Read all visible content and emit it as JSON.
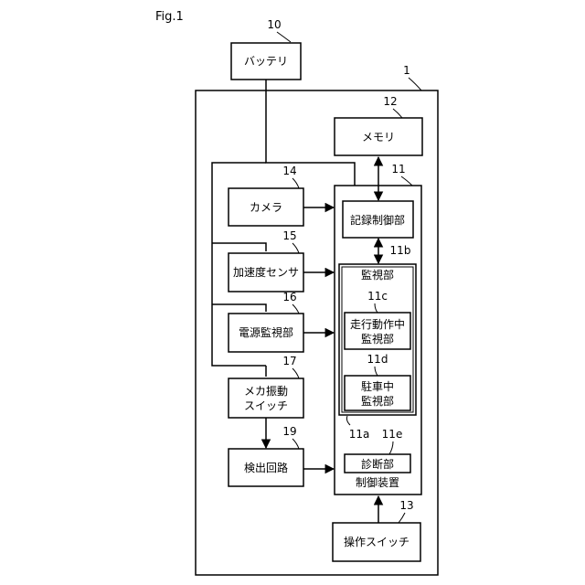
{
  "figure_label": "Fig.1",
  "reference_numbers": {
    "device": "1",
    "battery": "10",
    "control": "11",
    "memory": "12",
    "operation_switch": "13",
    "camera": "14",
    "accel_sensor": "15",
    "power_monitor": "16",
    "mech_switch": "17",
    "detect_circuit": "19",
    "monitor": "11a",
    "monitor_link": "11b",
    "driving_monitor": "11c",
    "parking_monitor": "11d",
    "diagnosis": "11e"
  },
  "blocks": {
    "battery": "バッテリ",
    "memory": "メモリ",
    "camera": "カメラ",
    "accel_sensor": "加速度センサ",
    "power_monitor": "電源監視部",
    "mech_switch_line1": "メカ振動",
    "mech_switch_line2": "スイッチ",
    "detect_circuit": "検出回路",
    "record_control": "記録制御部",
    "monitor": "監視部",
    "driving_monitor_line1": "走行動作中",
    "driving_monitor_line2": "監視部",
    "parking_monitor_line1": "駐車中",
    "parking_monitor_line2": "監視部",
    "diagnosis": "診断部",
    "control_device": "制御装置",
    "operation_switch": "操作スイッチ"
  }
}
